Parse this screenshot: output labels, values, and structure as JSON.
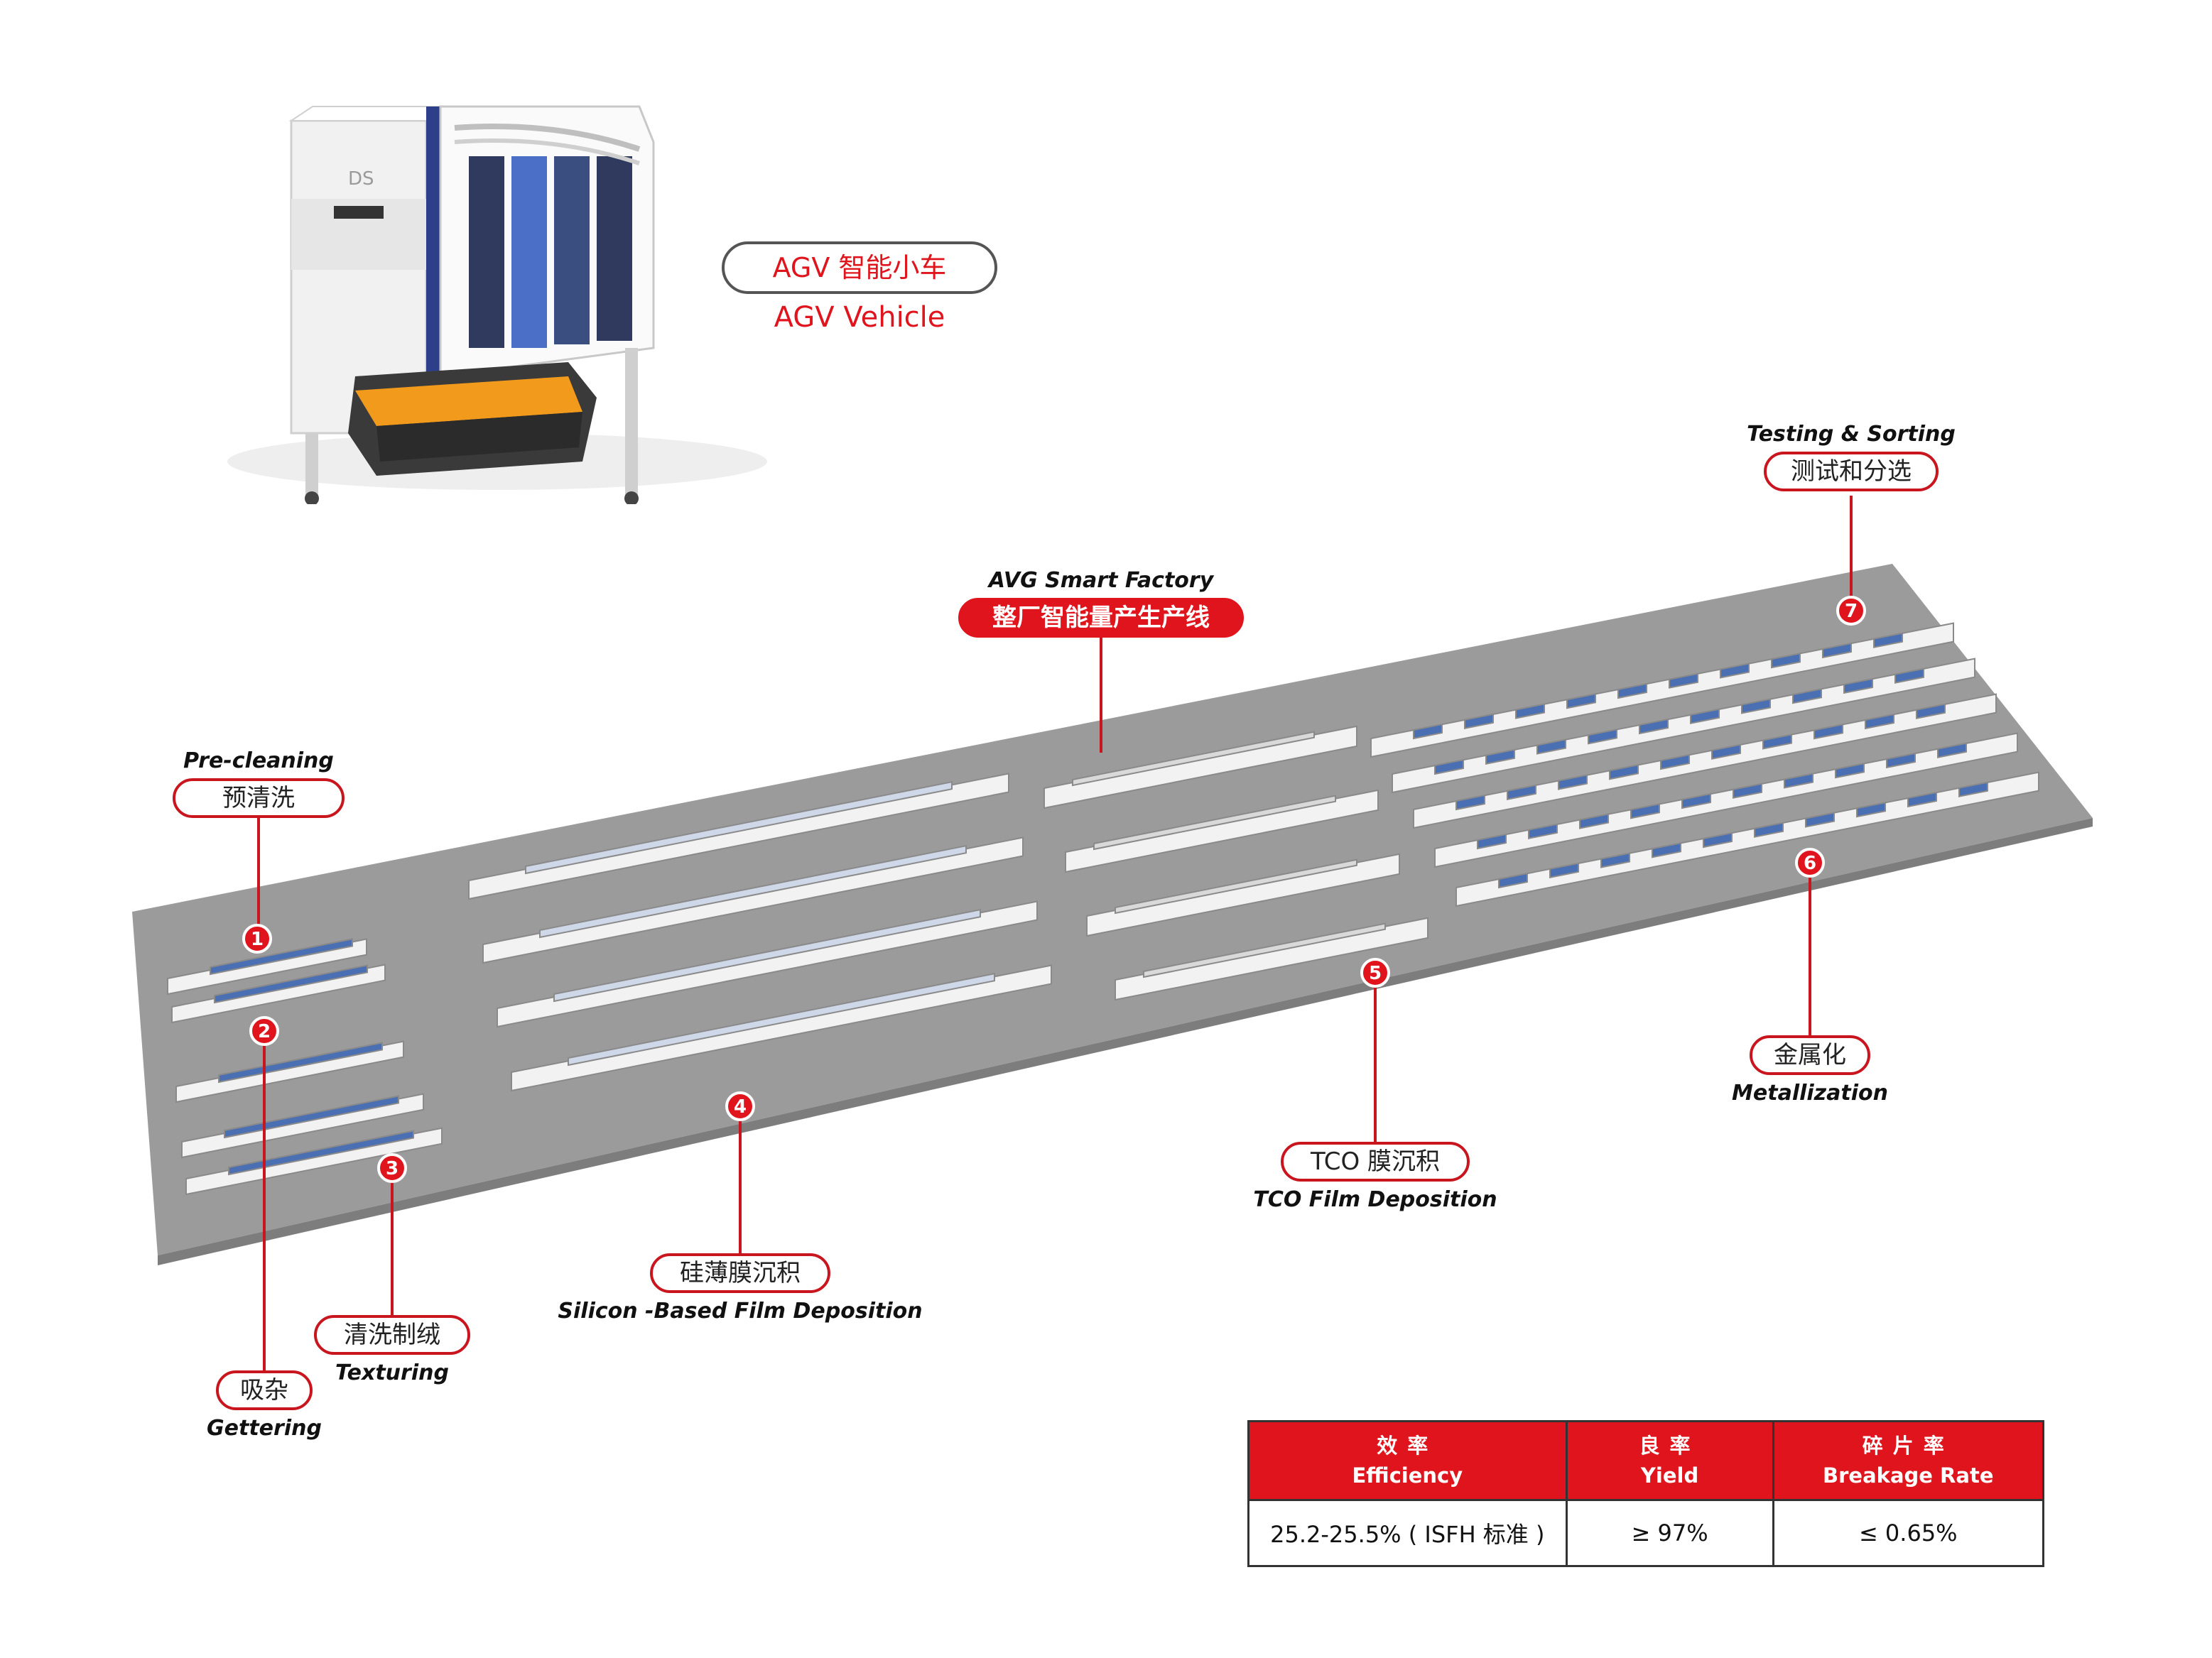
{
  "agv": {
    "label_zh": "AGV 智能小车",
    "label_en": "AGV Vehicle"
  },
  "factory": {
    "label_en": "AVG Smart Factory",
    "label_zh": "整厂智能量产生产线"
  },
  "steps": [
    {
      "number": "1",
      "label_en": "Pre-cleaning",
      "label_zh": "预清洗"
    },
    {
      "number": "2",
      "label_en": "Gettering",
      "label_zh": "吸杂"
    },
    {
      "number": "3",
      "label_en": "Texturing",
      "label_zh": "清洗制绒"
    },
    {
      "number": "4",
      "label_en": "Silicon -Based Film Deposition",
      "label_zh": "硅薄膜沉积"
    },
    {
      "number": "5",
      "label_en": "TCO Film Deposition",
      "label_zh": "TCO 膜沉积"
    },
    {
      "number": "6",
      "label_en": "Metallization",
      "label_zh": "金属化"
    },
    {
      "number": "7",
      "label_en": "Testing & Sorting",
      "label_zh": "测试和分选"
    }
  ],
  "metrics": {
    "headers": [
      {
        "zh": "效率",
        "en": "Efficiency"
      },
      {
        "zh": "良率",
        "en": "Yield"
      },
      {
        "zh": "碎片率",
        "en": "Breakage Rate"
      }
    ],
    "values": [
      "25.2-25.5% ( ISFH 标准 )",
      "≥ 97%",
      "≤ 0.65%"
    ]
  },
  "colors": {
    "accent_red": "#e0141c",
    "floor_gray": "#9b9b9b",
    "equipment_white": "#f2f2f2",
    "equipment_blue": "#4a6fb3"
  }
}
